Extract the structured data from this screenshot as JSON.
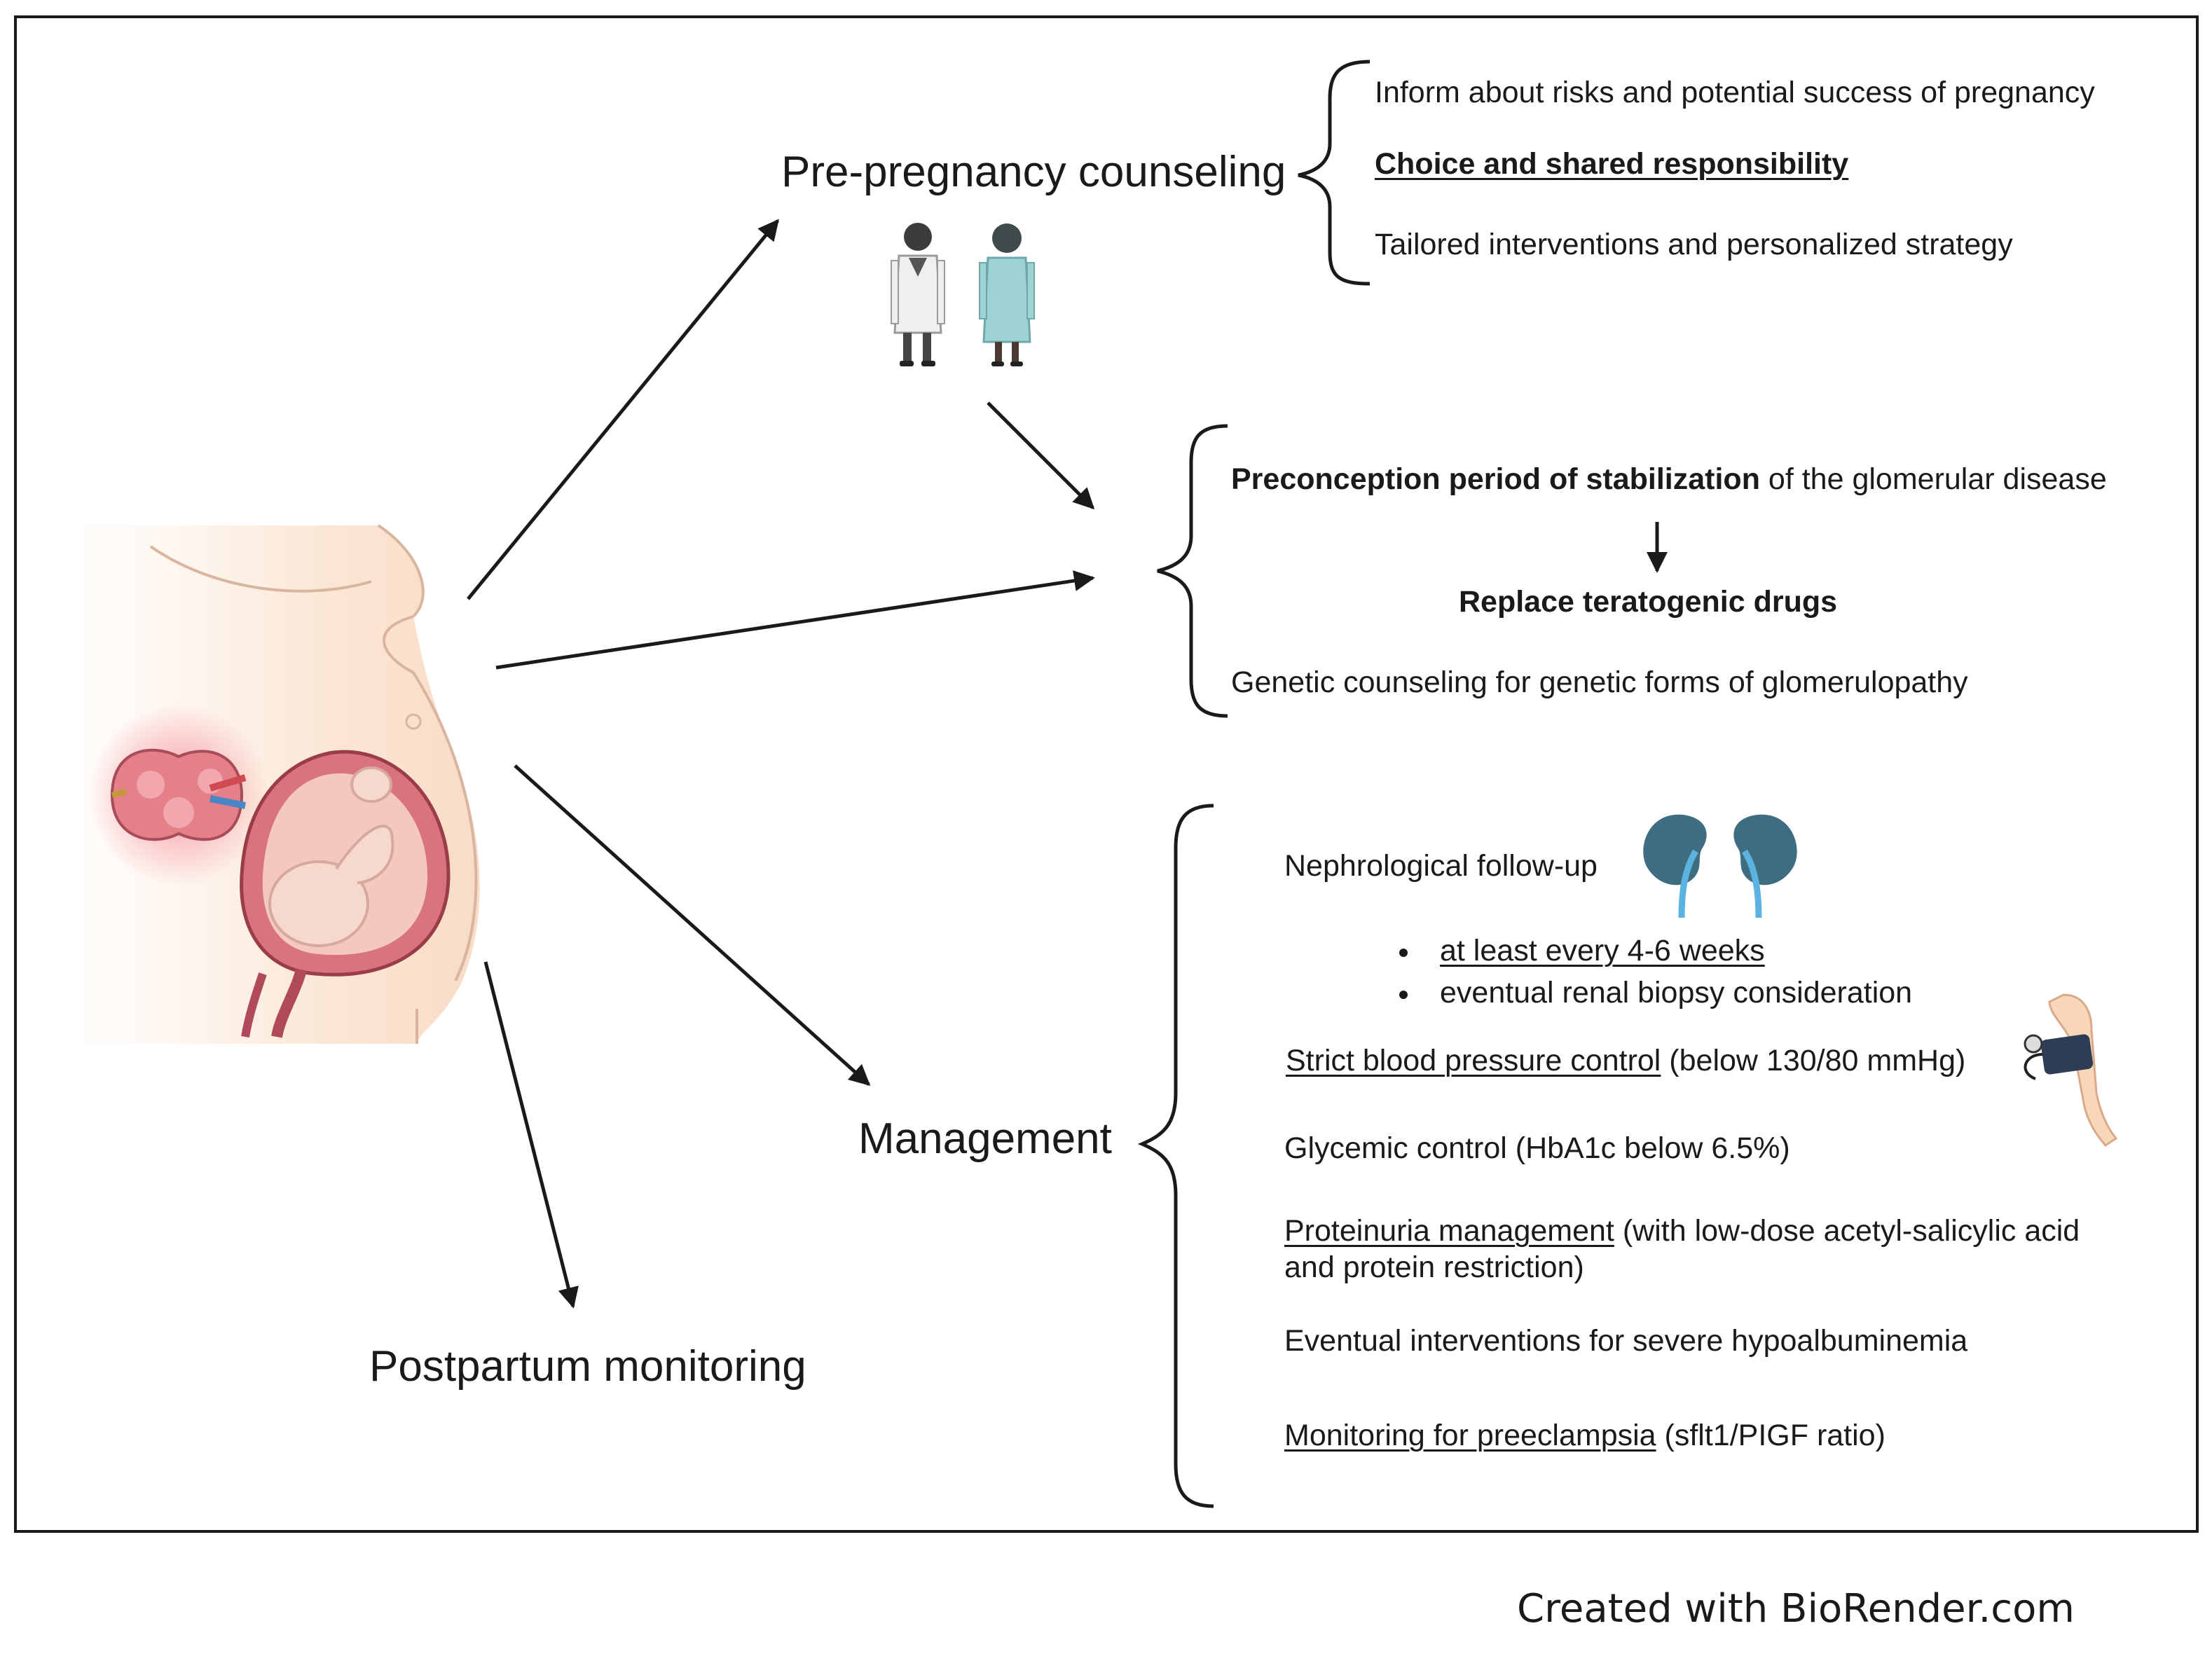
{
  "nodes": {
    "pre_pregnancy": "Pre-pregnancy counseling",
    "management": "Management",
    "postpartum": "Postpartum monitoring"
  },
  "counseling": {
    "item1": "Inform about risks and potential success of pregnancy",
    "item2": "Choice and shared responsibility",
    "item3": "Tailored interventions and personalized strategy"
  },
  "preconception": {
    "line1_bold": "Preconception period of stabilization",
    "line1_rest": " of the glomerular disease",
    "line2": "Replace teratogenic drugs",
    "line3": "Genetic counseling for genetic forms of glomerulopathy"
  },
  "management_items": {
    "nephro": "Nephrological follow-up",
    "bullets": [
      "at least every 4-6 weeks",
      "eventual renal biopsy consideration"
    ],
    "bp_u": "Strict blood pressure control",
    "bp_rest": " (below 130/80 mmHg)",
    "glycemic": "Glycemic control (HbA1c below 6.5%)",
    "prot_u": "Proteinuria management",
    "prot_rest1": " (with low-dose acetyl-salicylic acid",
    "prot_rest2": "and protein restriction)",
    "hypo": "Eventual interventions for severe hypoalbuminemia",
    "pre_u": "Monitoring for preeclampsia",
    "pre_rest": " (sflt1/PIGF ratio)"
  },
  "icons": [
    "pregnant-woman-illustration",
    "kidney-illustration",
    "doctor-figure",
    "patient-figure",
    "kidneys-icon",
    "blood-pressure-cuff-icon"
  ],
  "colors": {
    "skin": "#fbe7d6",
    "uterus": "#d9737d",
    "kidneys": "#3e6d82",
    "ureter": "#5cb3e0",
    "gown": "#9fd3d3"
  },
  "footer": "Created with BioRender.com"
}
